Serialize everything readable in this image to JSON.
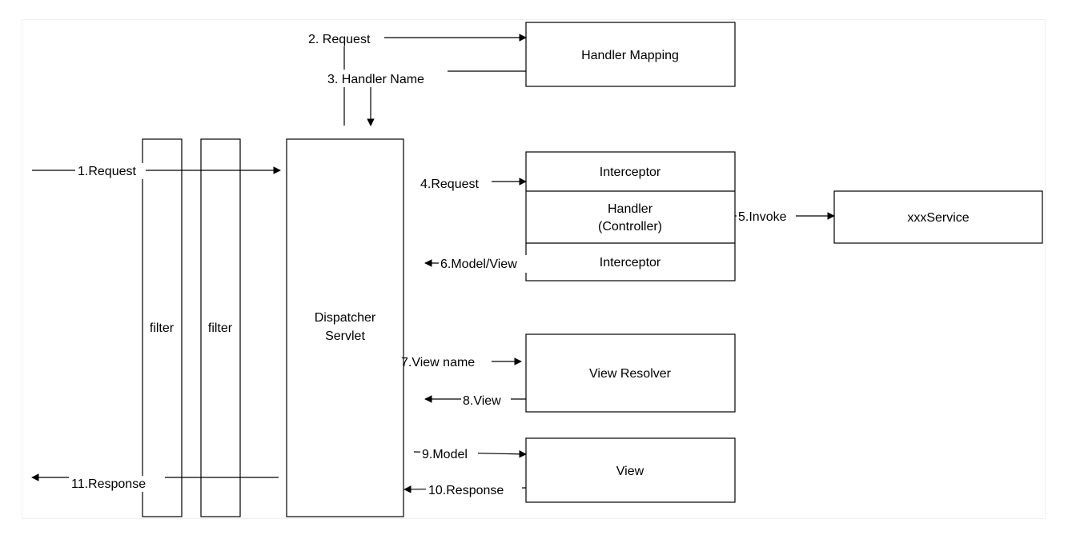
{
  "diagram": {
    "nodes": {
      "filter1": "filter",
      "filter2": "filter",
      "dispatcher_line1": "Dispatcher",
      "dispatcher_line2": "Servlet",
      "handler_mapping": "Handler Mapping",
      "interceptor_top": "Interceptor",
      "handler_line1": "Handler",
      "handler_line2": "(Controller)",
      "interceptor_bottom": "Interceptor",
      "xxx_service": "xxxService",
      "view_resolver": "View Resolver",
      "view": "View"
    },
    "edges": {
      "e1": "1.Request",
      "e2": "2. Request",
      "e3": "3. Handler Name",
      "e4": "4.Request",
      "e5": "5.Invoke",
      "e6": "6.Model/View",
      "e7": "7.View name",
      "e8": "8.View",
      "e9": "9.Model",
      "e10": "10.Response",
      "e11": "11.Response"
    }
  }
}
